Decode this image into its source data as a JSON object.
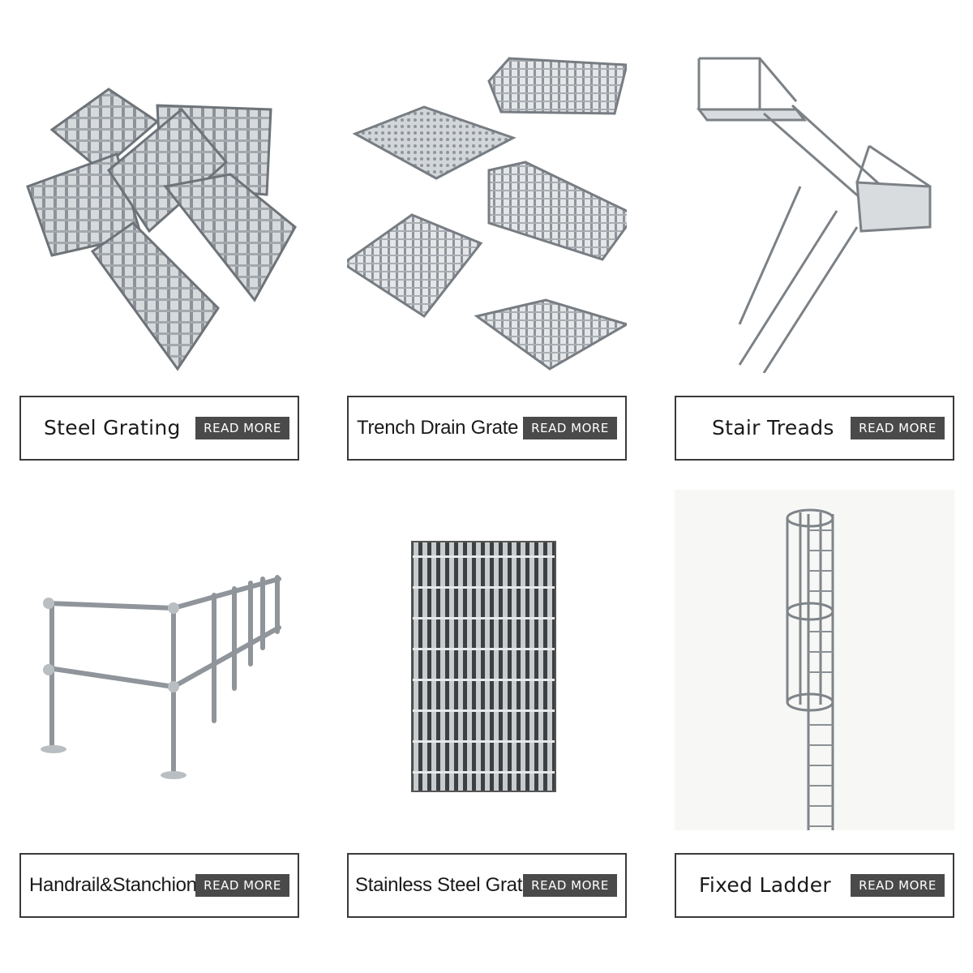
{
  "products": [
    {
      "name": "Steel Grating",
      "button": "READ MORE",
      "image_icon": "steel-grating-image"
    },
    {
      "name": "Trench Drain Grate",
      "button": "READ MORE",
      "image_icon": "trench-drain-grate-image"
    },
    {
      "name": "Stair Treads",
      "button": "READ MORE",
      "image_icon": "stair-treads-image"
    },
    {
      "name": "Handrail&Stanchion",
      "button": "READ MORE",
      "image_icon": "handrail-stanchion-image"
    },
    {
      "name": "Stainless Steel Grating",
      "button": "READ MORE",
      "image_icon": "stainless-steel-grating-image"
    },
    {
      "name": "Fixed Ladder",
      "button": "READ MORE",
      "image_icon": "fixed-ladder-image"
    }
  ],
  "colors": {
    "button_bg": "#4a4a4a",
    "border": "#3a3a3a",
    "metal": "#9aa0a6"
  }
}
